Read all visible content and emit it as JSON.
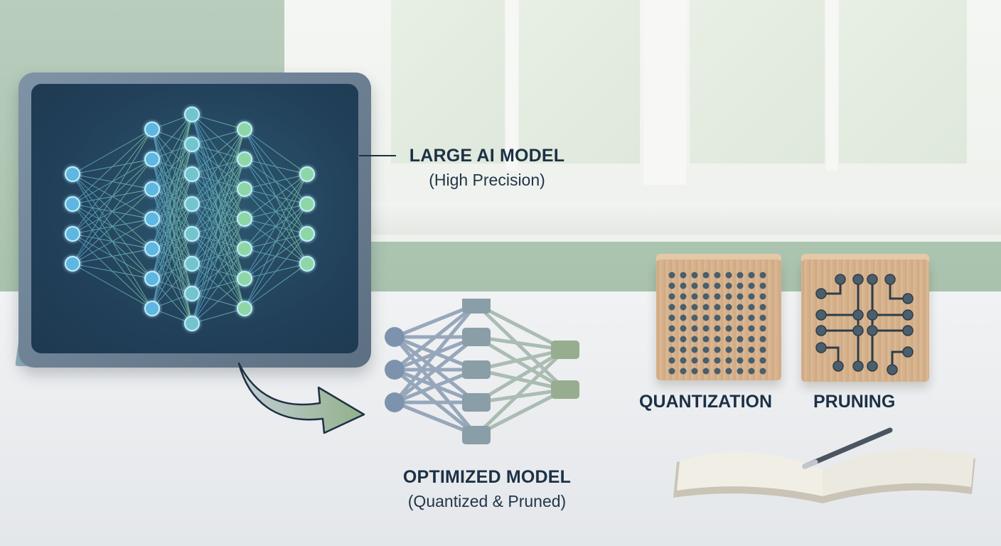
{
  "scene": {
    "description": "Illustration of AI model optimization: large neural network on a tablet, arrow to optimized model, wooden blocks for quantization and pruning",
    "colors": {
      "text_dark": "#1c3146",
      "wall_green": "#adc4b1",
      "screen_bg": "#22405a",
      "node_blue": "#5fb6e0",
      "node_green": "#8fd6a6",
      "optimized_blue": "#7d93ad",
      "optimized_green": "#97ad90",
      "wood": "#d5b08a",
      "wood_hole": "#4a5e6b"
    }
  },
  "tablet": {
    "label_title": "LARGE AI MODEL",
    "label_sub": "(High Precision)",
    "layers": [
      4,
      7,
      8,
      7,
      4
    ]
  },
  "optimized": {
    "label_title": "OPTIMIZED MODEL",
    "label_sub": "(Quantized & Pruned)",
    "layers": [
      3,
      5,
      2
    ]
  },
  "blocks": [
    {
      "label": "QUANTIZATION",
      "pattern": "dot-grid-9x10"
    },
    {
      "label": "PRUNING",
      "pattern": "circuit-traces"
    }
  ]
}
